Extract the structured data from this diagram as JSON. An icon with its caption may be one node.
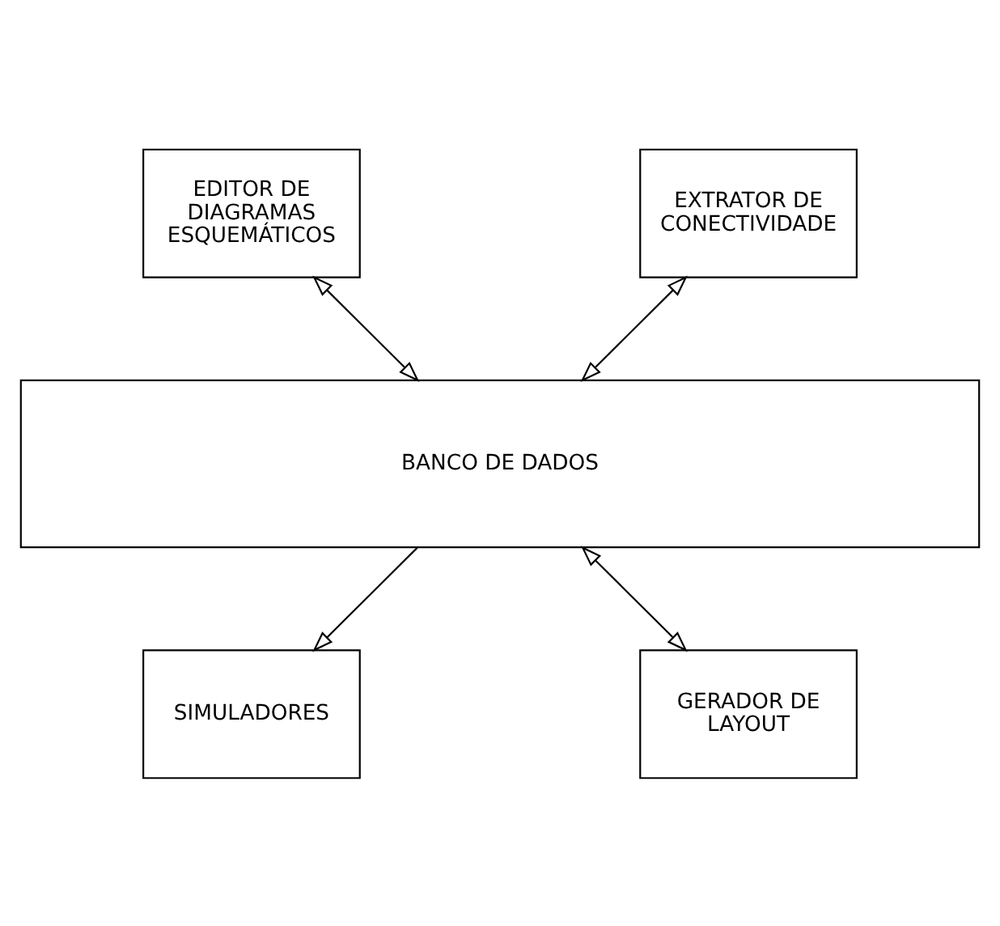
{
  "diagram": {
    "nodes": [
      {
        "text": [
          "EDITOR DE DIAGRAMAS ESQUEMÁTICOS"
        ]
      },
      {
        "text": [
          "EXTRATOR DE CONECTIVIDADE"
        ]
      },
      {
        "text": [
          "BANCO DE DADOS"
        ]
      },
      {
        "text": [
          "SIMULADORES"
        ]
      },
      {
        "text": [
          "GERADOR DE LAYOUT"
        ]
      }
    ],
    "edges": [
      {
        "from": 0,
        "to": 2,
        "arrow": "both"
      },
      {
        "from": 1,
        "to": 2,
        "arrow": "both"
      },
      {
        "from": 2,
        "to": 3,
        "arrow": "to"
      },
      {
        "from": 2,
        "to": 4,
        "arrow": "both"
      }
    ]
  }
}
